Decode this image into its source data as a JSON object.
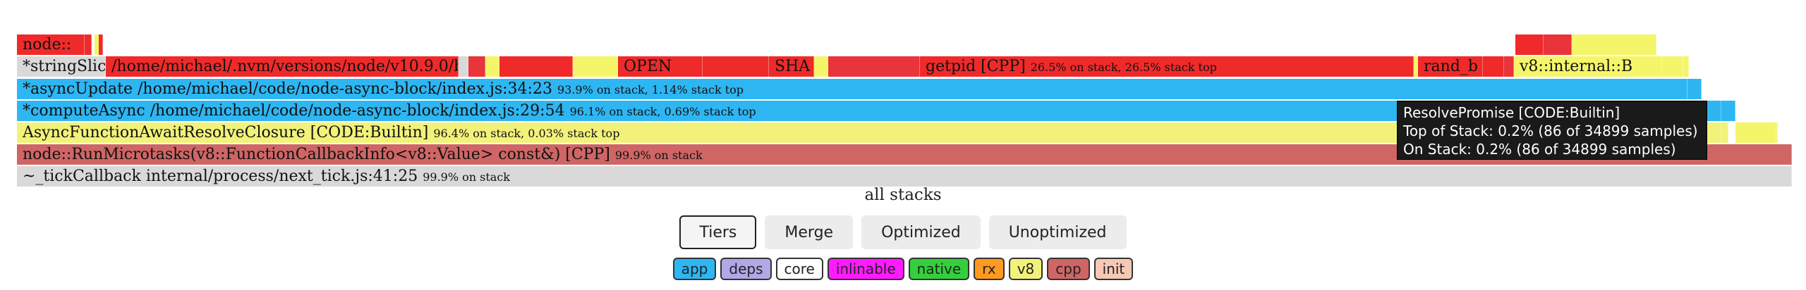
{
  "colors": {
    "app": "#2eb6f3",
    "deps": "#b3a7e8",
    "core": "#ffffff",
    "inlinable": "#ff1aff",
    "native": "#34d03c",
    "rx": "#ff9a1f",
    "v8": "#f2f27a",
    "cpp": "#cf6565",
    "init": "#f7c8b4",
    "hot": "#f02a2a",
    "hot2": "#e8343a",
    "warm": "#f5f56a",
    "gray": "#d9d9d9",
    "tooltip_bg": "#1a1a1a"
  },
  "flamegraph": {
    "frames": [
      {
        "label": "~_tickCallback internal/process/next_tick.js:41:25",
        "meta": "99.9% on stack",
        "color": "gray"
      },
      {
        "label": "node::RunMicrotasks(v8::FunctionCallbackInfo<v8::Value> const&) [CPP]",
        "meta": "99.9% on stack",
        "color": "cpp"
      },
      {
        "label": "AsyncFunctionAwaitResolveClosure [CODE:Builtin]",
        "meta": "96.4% on stack, 0.03% stack top",
        "color": "v8"
      },
      {
        "label": "*computeAsync /home/michael/code/node-async-block/index.js:29:54",
        "meta": "96.1% on stack, 0.69% stack top",
        "color": "app"
      },
      {
        "label": "*asyncUpdate /home/michael/code/node-async-block/index.js:34:23",
        "meta": "93.9% on stack, 1.14% stack top",
        "color": "app"
      },
      {
        "label": "*stringSlic",
        "meta": "",
        "color": "gray"
      },
      {
        "label": "/home/michael/.nvm/versions/node/v10.9.0/bi",
        "meta": "",
        "color": "hot"
      },
      {
        "label": "OPEN",
        "meta": "",
        "color": "hot"
      },
      {
        "label": "SHA",
        "meta": "",
        "color": "hot"
      },
      {
        "label": "getpid [CPP]",
        "meta": "26.5% on stack, 26.5% stack top",
        "color": "hot"
      },
      {
        "label": "rand_b",
        "meta": "",
        "color": "hot"
      },
      {
        "label": "v8::internal::B",
        "meta": "",
        "color": "warm"
      },
      {
        "label": "node::",
        "meta": "",
        "color": "hot"
      }
    ]
  },
  "tooltip": {
    "title": "ResolvePromise [CODE:Builtin]",
    "top_of_stack": "Top of Stack: 0.2% (86 of 34899 samples)",
    "on_stack": "On Stack: 0.2% (86 of 34899 samples)"
  },
  "stack_label": "all stacks",
  "controls": {
    "tiers": "Tiers",
    "merge": "Merge",
    "optimized": "Optimized",
    "unoptimized": "Unoptimized"
  },
  "legend": [
    "app",
    "deps",
    "core",
    "inlinable",
    "native",
    "rx",
    "v8",
    "cpp",
    "init"
  ]
}
